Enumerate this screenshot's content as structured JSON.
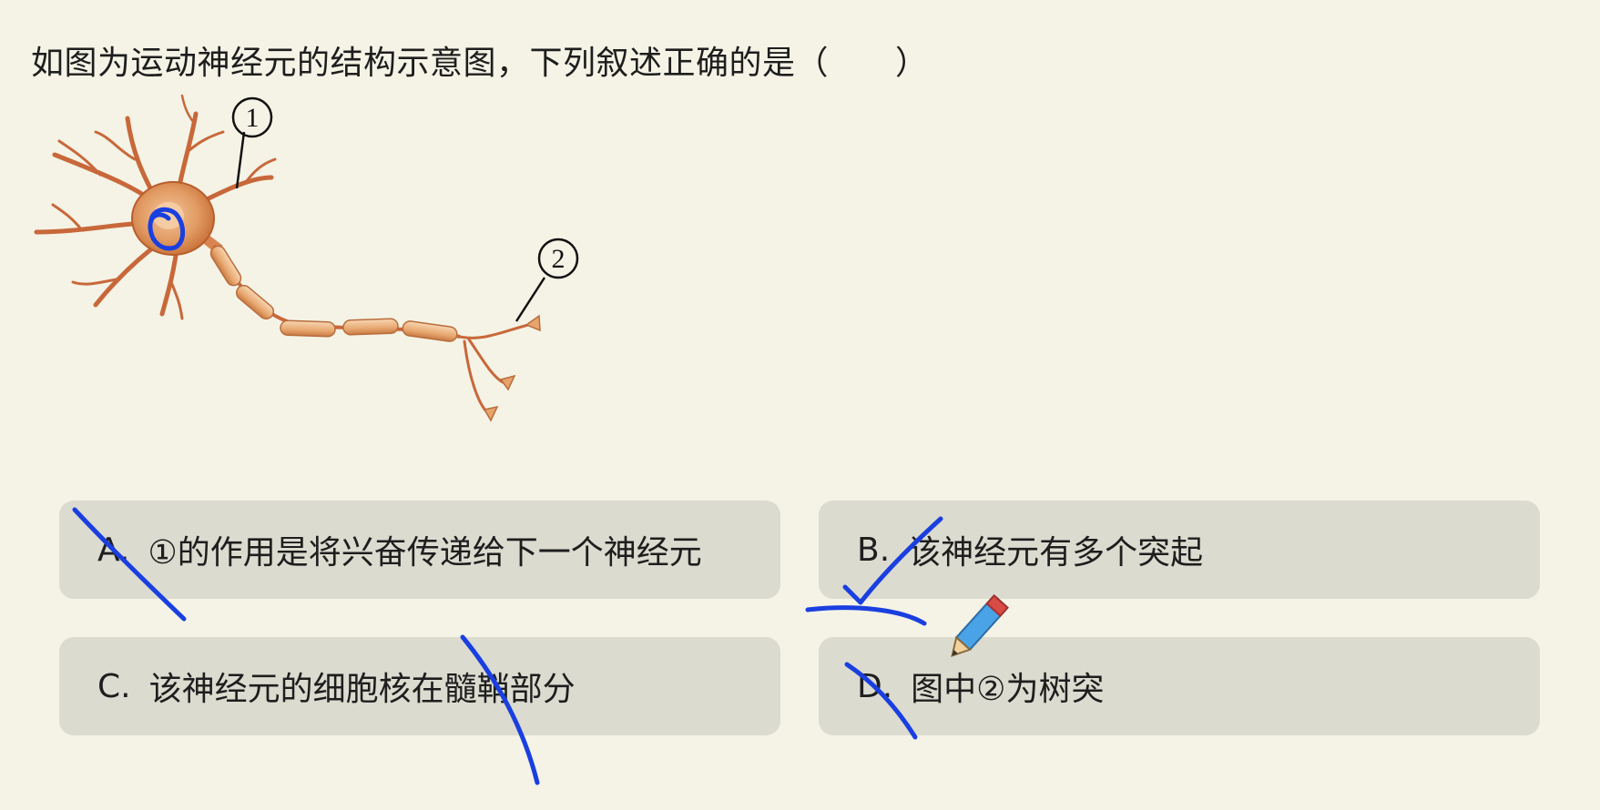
{
  "question": {
    "text": "如图为运动神经元的结构示意图，下列叙述正确的是（　　）"
  },
  "figure": {
    "label_1": "①",
    "label_2": "②"
  },
  "options": [
    {
      "letter": "A.",
      "text": "①的作用是将兴奋传递给下一个神经元"
    },
    {
      "letter": "B.",
      "text": "该神经元有多个突起"
    },
    {
      "letter": "C.",
      "text": "该神经元的细胞核在髓鞘部分"
    },
    {
      "letter": "D.",
      "text": "图中②为树突"
    }
  ],
  "colors": {
    "background": "#f4f3e6",
    "option_bg": "#dcdbd0",
    "ink": "#1a3fe0",
    "neuron": "#c86a32"
  },
  "icons": {
    "annotation_pen": "pencil-icon"
  }
}
